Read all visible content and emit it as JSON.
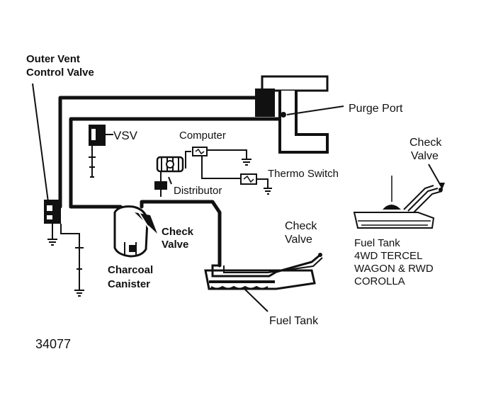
{
  "labels": {
    "outer_vent_line1": "Outer Vent",
    "outer_vent_line2": "Control Valve",
    "purge_port": "Purge Port",
    "vsv": "VSV",
    "computer": "Computer",
    "thermo_switch": "Thermo Switch",
    "distributor": "Distributor",
    "check_valve_canister_line1": "Check",
    "check_valve_canister_line2": "Valve",
    "charcoal_line1": "Charcoal",
    "charcoal_line2": "Canister",
    "check_valve_tank_line1": "Check",
    "check_valve_tank_line2": "Valve",
    "fuel_tank": "Fuel Tank",
    "alt_check_line1": "Check",
    "alt_check_line2": "Valve",
    "alt_tank_line1": "Fuel Tank",
    "alt_tank_line2": "4WD TERCEL",
    "alt_tank_line3": "WAGON & RWD",
    "alt_tank_line4": "COROLLA",
    "figure_number": "34077"
  },
  "colors": {
    "ink": "#111111",
    "paper": "#ffffff"
  }
}
